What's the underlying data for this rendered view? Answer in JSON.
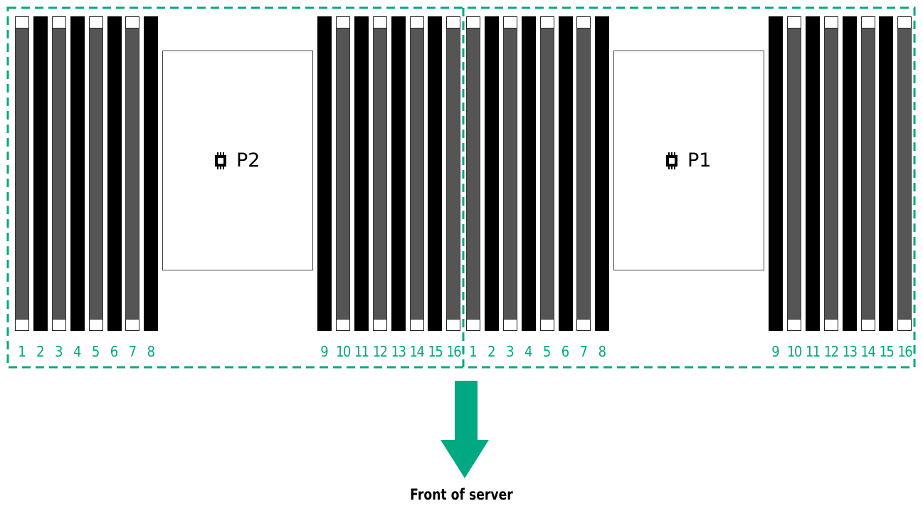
{
  "processors": [
    {
      "name": "P2",
      "slot_numbers": [
        "1",
        "2",
        "3",
        "4",
        "5",
        "6",
        "7",
        "8",
        "9",
        "10",
        "11",
        "12",
        "13",
        "14",
        "15",
        "16"
      ]
    },
    {
      "name": "P1",
      "slot_numbers": [
        "1",
        "2",
        "3",
        "4",
        "5",
        "6",
        "7",
        "8",
        "9",
        "10",
        "11",
        "12",
        "13",
        "14",
        "15",
        "16"
      ]
    }
  ],
  "front_label": "Front of server",
  "colors": {
    "accent": "#01a982",
    "slot_gray": "#555555",
    "slot_black": "#000000"
  },
  "icons": {
    "processor": "cpu-chip-icon",
    "arrow": "arrow-down-icon"
  }
}
